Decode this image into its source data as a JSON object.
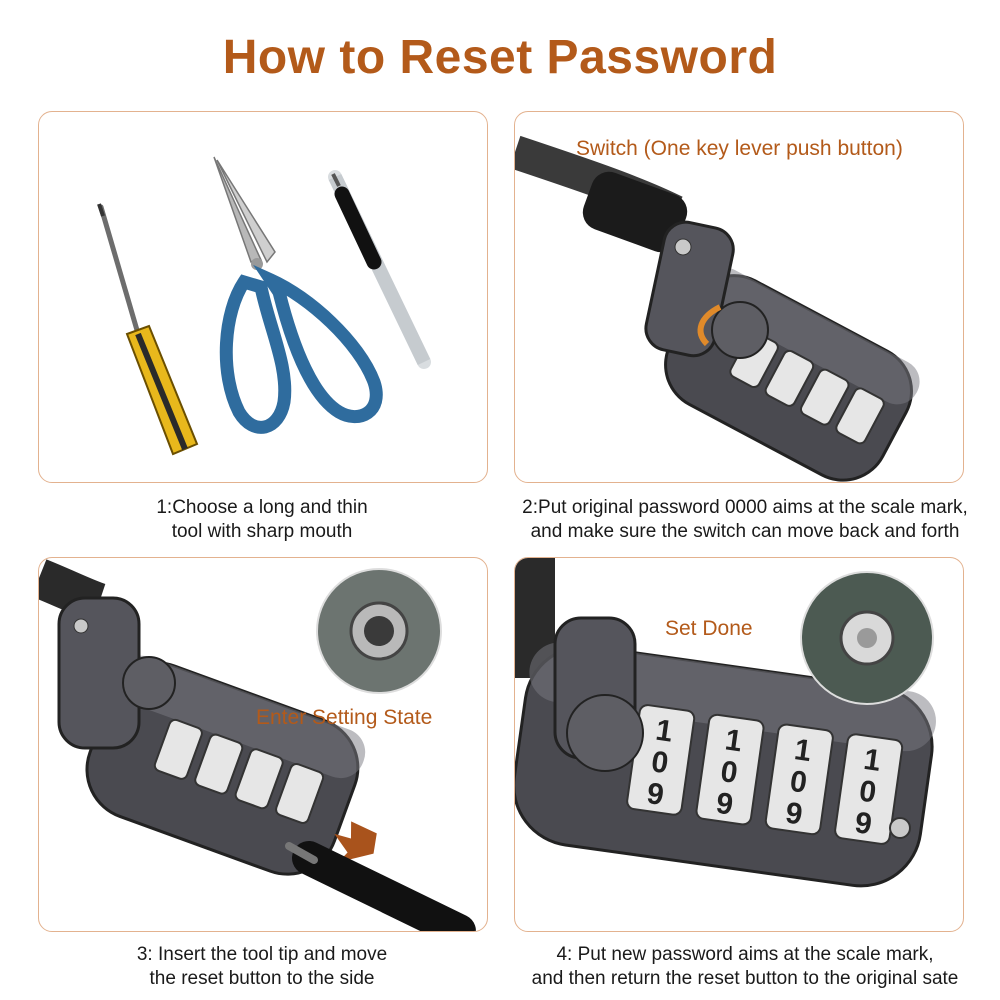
{
  "title": "How to Reset Password",
  "steps": [
    {
      "number": "1:",
      "line1": "Choose a long and thin",
      "line2": "tool with sharp mouth"
    },
    {
      "number": "2:",
      "line1": "Put original password 0000 aims at the scale mark,",
      "line2": "and make sure the switch can move back and forth",
      "annotation": "Switch (One key lever push button)"
    },
    {
      "number": "3:",
      "line1": "Insert the tool tip and move",
      "line2": "the reset button to the side",
      "annotation": "Enter Setting State"
    },
    {
      "number": "4:",
      "line1": "Put new password aims at the scale mark,",
      "line2": "and then return the reset button to the original sate",
      "annotation": "Set Done"
    }
  ],
  "dial_digits": [
    "1",
    "0",
    "9"
  ],
  "colors": {
    "accent": "#b35a1a",
    "border": "#e3b28f",
    "lock_metal": "#4a4a50",
    "scissor_handle": "#2f6c9e",
    "screwdriver_handle": "#e8b81c"
  }
}
